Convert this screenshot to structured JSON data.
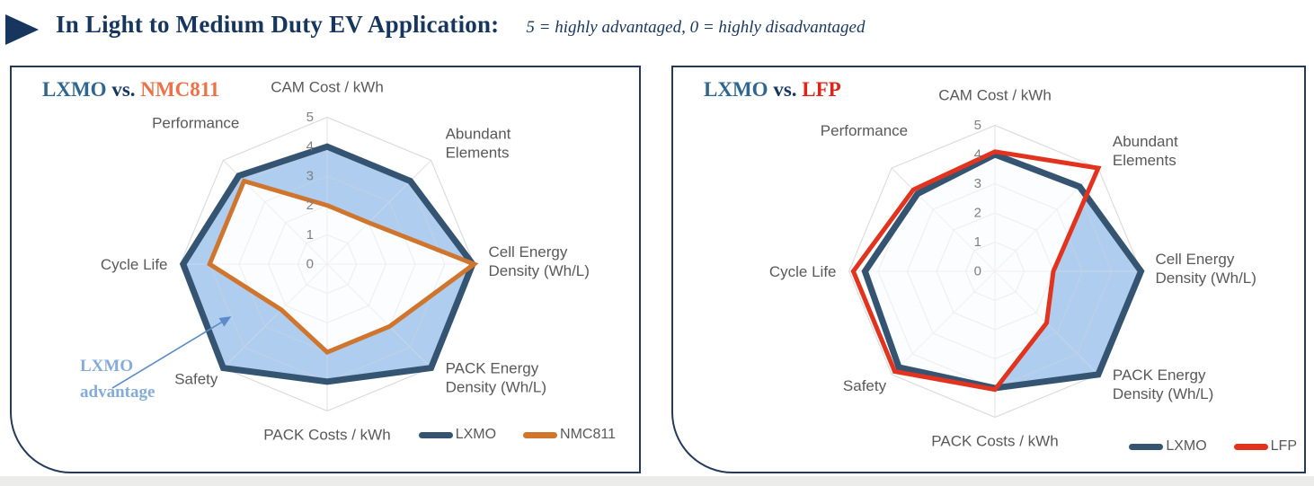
{
  "header": {
    "title": "In Light to Medium Duty EV Application:",
    "subtitle": "5 = highly advantaged, 0 = highly disadvantaged"
  },
  "annotation": {
    "line1": "LXMO",
    "line2": "advantage",
    "color": "#85ACD9",
    "arrow_color": "#5B8BC9"
  },
  "colors": {
    "navy_text": "#17365D",
    "lxmo_line": "#345472",
    "lxmo_fill": "#A6C9ED",
    "nmc811_line": "#D0752E",
    "lfp_line": "#E2331F",
    "axis_label": "#595959",
    "tick_label": "#7F7F7F",
    "grid": "#D9D9D9"
  },
  "chart_data": [
    {
      "type": "radar",
      "title": {
        "primary": "LXMO",
        "vs": "vs.",
        "secondary": "NMC811",
        "secondary_color": "#ED7148"
      },
      "axes": [
        [
          "CAM Cost / kWh"
        ],
        [
          "Abundant",
          "Elements"
        ],
        [
          "Cell Energy",
          "Density (Wh/L)"
        ],
        [
          "PACK Energy",
          "Density  (Wh/L)"
        ],
        [
          "PACK Costs / kWh"
        ],
        [
          "Safety"
        ],
        [
          "Cycle Life"
        ],
        [
          "Performance"
        ]
      ],
      "axis_order_note": "clockwise from top",
      "scale": {
        "min": 0,
        "max": 5,
        "ticks": [
          0,
          1,
          2,
          3,
          4,
          5
        ]
      },
      "legend_position": "bottom-right",
      "series": [
        {
          "name": "LXMO",
          "color": "#345472",
          "fill": "#A6C9ED",
          "values": [
            4,
            4,
            4.95,
            5,
            4,
            5,
            4.9,
            4.25
          ]
        },
        {
          "name": "NMC811",
          "color": "#D0752E",
          "fill": "#FFFFFF",
          "values": [
            2,
            2,
            5,
            3,
            3,
            2.2,
            4,
            4
          ]
        }
      ],
      "has_annotation_arrow": true
    },
    {
      "type": "radar",
      "title": {
        "primary": "LXMO",
        "vs": "vs.",
        "secondary": "LFP",
        "secondary_color": "#E02318"
      },
      "axes": [
        [
          "CAM Cost / kWh"
        ],
        [
          "Abundant",
          "Elements"
        ],
        [
          "Cell Energy",
          "Density (Wh/L)"
        ],
        [
          "PACK Energy",
          "Density (Wh/L)"
        ],
        [
          "PACK Costs / kWh"
        ],
        [
          "Safety"
        ],
        [
          "Cycle Life"
        ],
        [
          "Performance"
        ]
      ],
      "axis_order_note": "clockwise from top",
      "scale": {
        "min": 0,
        "max": 5,
        "ticks": [
          0,
          1,
          2,
          3,
          4,
          5
        ]
      },
      "legend_position": "bottom-right",
      "series": [
        {
          "name": "LXMO",
          "color": "#345472",
          "fill": "#A6C9ED",
          "values": [
            4,
            4.1,
            5,
            5,
            4,
            4.65,
            4.45,
            3.75
          ]
        },
        {
          "name": "LFP",
          "color": "#E2331F",
          "fill": "#FFFFFF",
          "values": [
            4.1,
            5,
            2,
            2.5,
            4.05,
            4.85,
            4.85,
            3.95
          ]
        }
      ],
      "has_annotation_arrow": false
    }
  ]
}
